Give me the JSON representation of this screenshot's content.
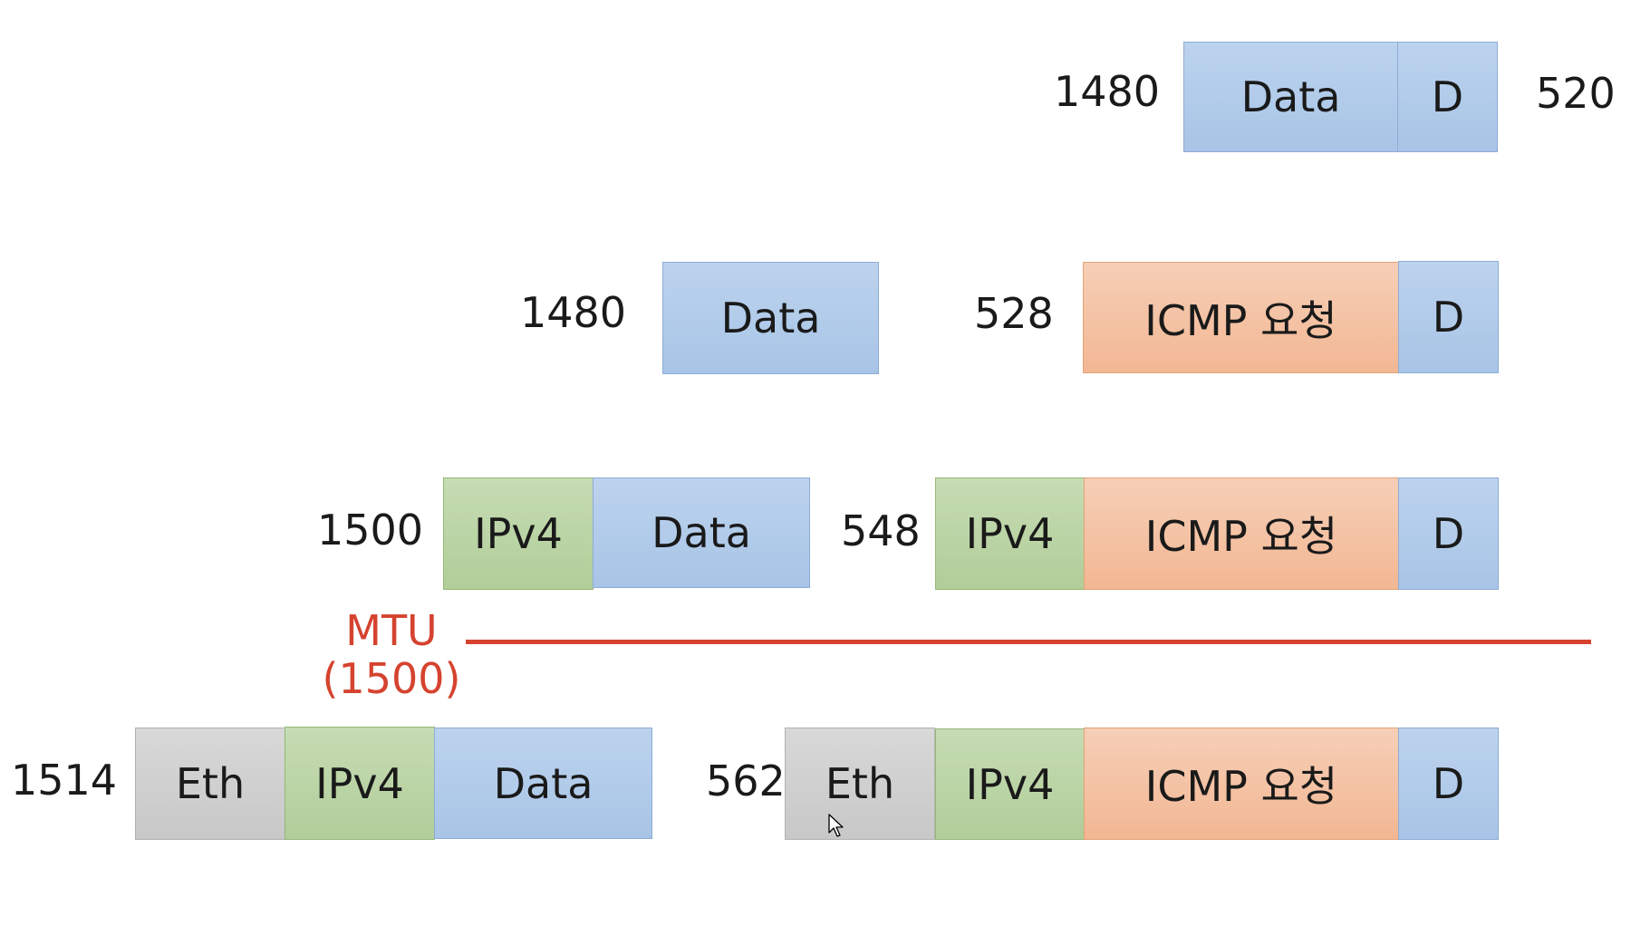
{
  "row1": {
    "left_size": "1480",
    "data": "Data",
    "d": "D",
    "right_size": "520"
  },
  "row2": {
    "data_size": "1480",
    "data": "Data",
    "icmp_size": "528",
    "icmp": "ICMP 요청",
    "d": "D"
  },
  "row3": {
    "data_size": "1500",
    "ipv4": "IPv4",
    "data": "Data",
    "icmp_size": "548",
    "ipv4_2": "IPv4",
    "icmp": "ICMP 요청",
    "d": "D"
  },
  "mtu": {
    "label": "MTU",
    "value": "(1500)",
    "color": "#d5432f"
  },
  "row4": {
    "data_size": "1514",
    "eth": "Eth",
    "ipv4": "IPv4",
    "data": "Data",
    "icmp_size": "562",
    "eth_2": "Eth",
    "ipv4_2": "IPv4",
    "icmp": "ICMP 요청",
    "d": "D"
  },
  "colors": {
    "data": "#a8c4e6",
    "ipv4": "#b1cd99",
    "icmp": "#f2b793",
    "eth": "#c8c8c8"
  }
}
